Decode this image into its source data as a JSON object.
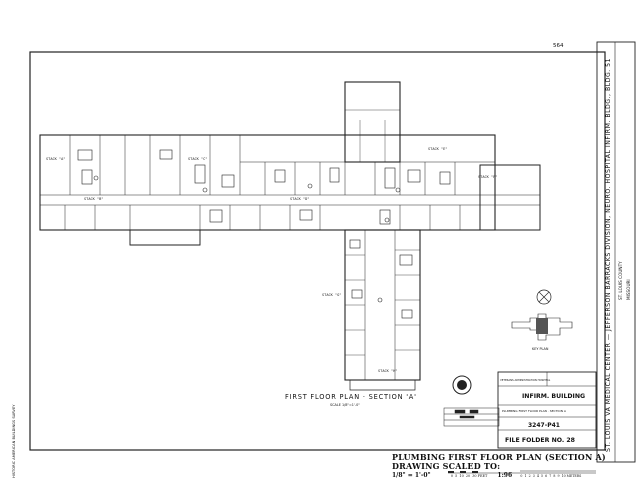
{
  "sheet_number": "564",
  "plan_title": "FIRST FLOOR PLAN · SECTION 'A'",
  "plan_scale_note": "SCALE 1/8\"=1'-0\"",
  "key_plan_label": "KEY PLAN",
  "title_block": {
    "agency": "VETERANS ADMINISTRATION HOSPITAL",
    "building": "INFIRM. BUILDING",
    "sheet_subtitle": "PLUMBING FIRST FLOOR PLAN · SECTION A",
    "drawing_no": "3247-P41",
    "file_folder": "FILE FOLDER NO. 28"
  },
  "side_title": "ST. LOUIS VA MEDICAL CENTER — JEFFERSON BARRACKS DIVISION, NEURO. HOSPITAL INFIRM. BLDG., BLDG. 51",
  "side_subtitle": "ST. LOUIS COUNTY",
  "side_state": "MISSOURI",
  "left_credit": "HISTORIC AMERICAN BUILDINGS SURVEY",
  "room_labels": [
    "STACK \"A\"",
    "STACK \"B\"",
    "STACK \"C\"",
    "STACK \"D\"",
    "STACK \"E\"",
    "STACK \"F\"",
    "STACK \"G\"",
    "STACK \"H\""
  ],
  "caption": {
    "line1": "PLUMBING FIRST FLOOR PLAN (SECTION A)",
    "line2": "DRAWING SCALED TO:",
    "scale_left": "1/8\" = 1'-0\"",
    "scale_ticks": [
      "0",
      "5",
      "10",
      "20",
      "30 FEET"
    ],
    "scale_ratio": "1:96",
    "scale_ticks_m": [
      "0",
      "1",
      "2",
      "3",
      "4",
      "5",
      "6",
      "7",
      "8",
      "9",
      "10 METERS"
    ]
  }
}
